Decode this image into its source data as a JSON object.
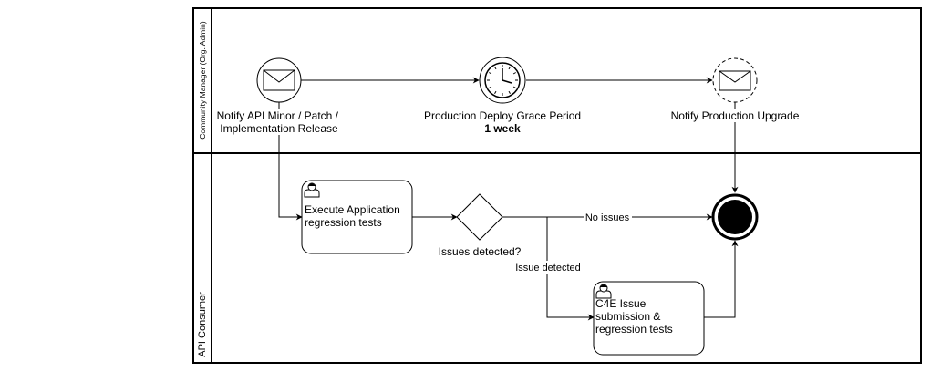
{
  "lanes": [
    {
      "label": "Community Manager (Org. Admin)"
    },
    {
      "label": "API Consumer"
    }
  ],
  "events": {
    "notify_release": {
      "label_lines": [
        "Notify API Minor / Patch /",
        "Implementation Release"
      ],
      "icon": "envelope-icon"
    },
    "grace_period": {
      "label": "Production Deploy Grace Period",
      "sublabel": "1 week",
      "icon": "clock-icon"
    },
    "notify_upgrade": {
      "label": "Notify Production Upgrade",
      "icon": "envelope-icon"
    },
    "end": {
      "icon": "end-event-icon"
    }
  },
  "tasks": {
    "execute_tests": {
      "label_lines": [
        "Execute Application",
        "regression tests"
      ],
      "icon": "user-icon"
    },
    "c4e_issue": {
      "label_lines": [
        "C4E Issue",
        "submission &",
        "regression tests"
      ],
      "icon": "user-icon"
    }
  },
  "gateway": {
    "label": "Issues detected?"
  },
  "flows": {
    "no_issues": "No issues",
    "issue_detected": "Issue detected"
  },
  "colors": {
    "stroke": "#000000",
    "background": "#ffffff"
  }
}
